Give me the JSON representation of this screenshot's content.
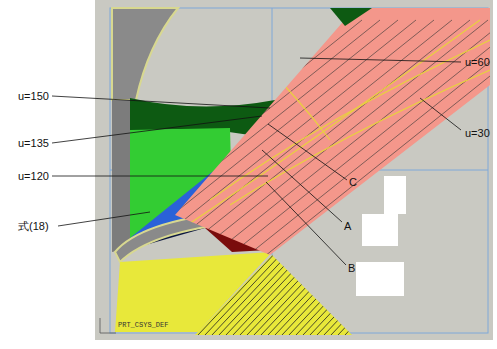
{
  "diagram": {
    "labels": [
      "u=150",
      "u=135",
      "u=120",
      "式(18)",
      "u=60",
      "u=30",
      "C",
      "A",
      "B",
      "PRT_CSYS_DEF"
    ]
  }
}
